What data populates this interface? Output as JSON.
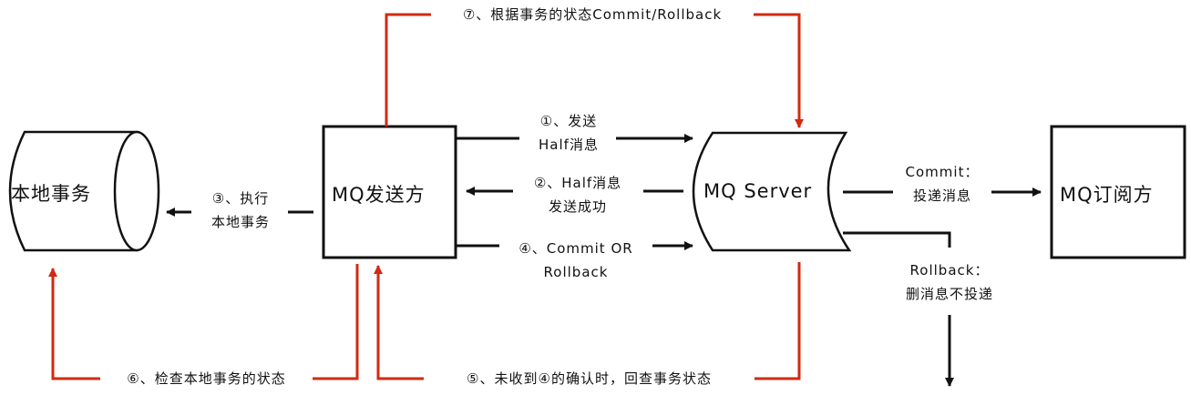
{
  "colors": {
    "stroke": "#111111",
    "accent": "#d12a10",
    "background": "#ffffff"
  },
  "nodes": {
    "local_tx": {
      "label": "本地事务",
      "shape": "cylinder"
    },
    "producer": {
      "label": "MQ发送方",
      "shape": "box"
    },
    "server": {
      "label": "MQ Server",
      "shape": "stored-data"
    },
    "consumer": {
      "label": "MQ订阅方",
      "shape": "box"
    }
  },
  "edges": [
    {
      "id": "step1",
      "from": "producer",
      "to": "server",
      "color": "black",
      "lines": [
        "①、发送",
        "Half消息"
      ]
    },
    {
      "id": "step2",
      "from": "server",
      "to": "producer",
      "color": "black",
      "lines": [
        "②、Half消息",
        "发送成功"
      ]
    },
    {
      "id": "step3",
      "from": "producer",
      "to": "local_tx",
      "color": "black",
      "lines": [
        "③、执行",
        "本地事务"
      ]
    },
    {
      "id": "step4",
      "from": "producer",
      "to": "server",
      "color": "black",
      "lines": [
        "④、Commit OR",
        "Rollback"
      ]
    },
    {
      "id": "step5",
      "from": "server",
      "to": "producer",
      "color": "red",
      "lines": [
        "⑤、未收到④的确认时，回查事务状态"
      ]
    },
    {
      "id": "step6",
      "from": "producer",
      "to": "local_tx",
      "color": "red",
      "lines": [
        "⑥、检查本地事务的状态"
      ]
    },
    {
      "id": "step7",
      "from": "producer",
      "to": "server",
      "color": "red",
      "lines": [
        "⑦、根据事务的状态Commit/Rollback"
      ]
    },
    {
      "id": "commit",
      "from": "server",
      "to": "consumer",
      "color": "black",
      "lines": [
        "Commit：",
        "投递消息"
      ]
    },
    {
      "id": "rollback",
      "from": "server",
      "to": "discard",
      "color": "black",
      "lines": [
        "Rollback：",
        "删消息不投递"
      ]
    }
  ]
}
